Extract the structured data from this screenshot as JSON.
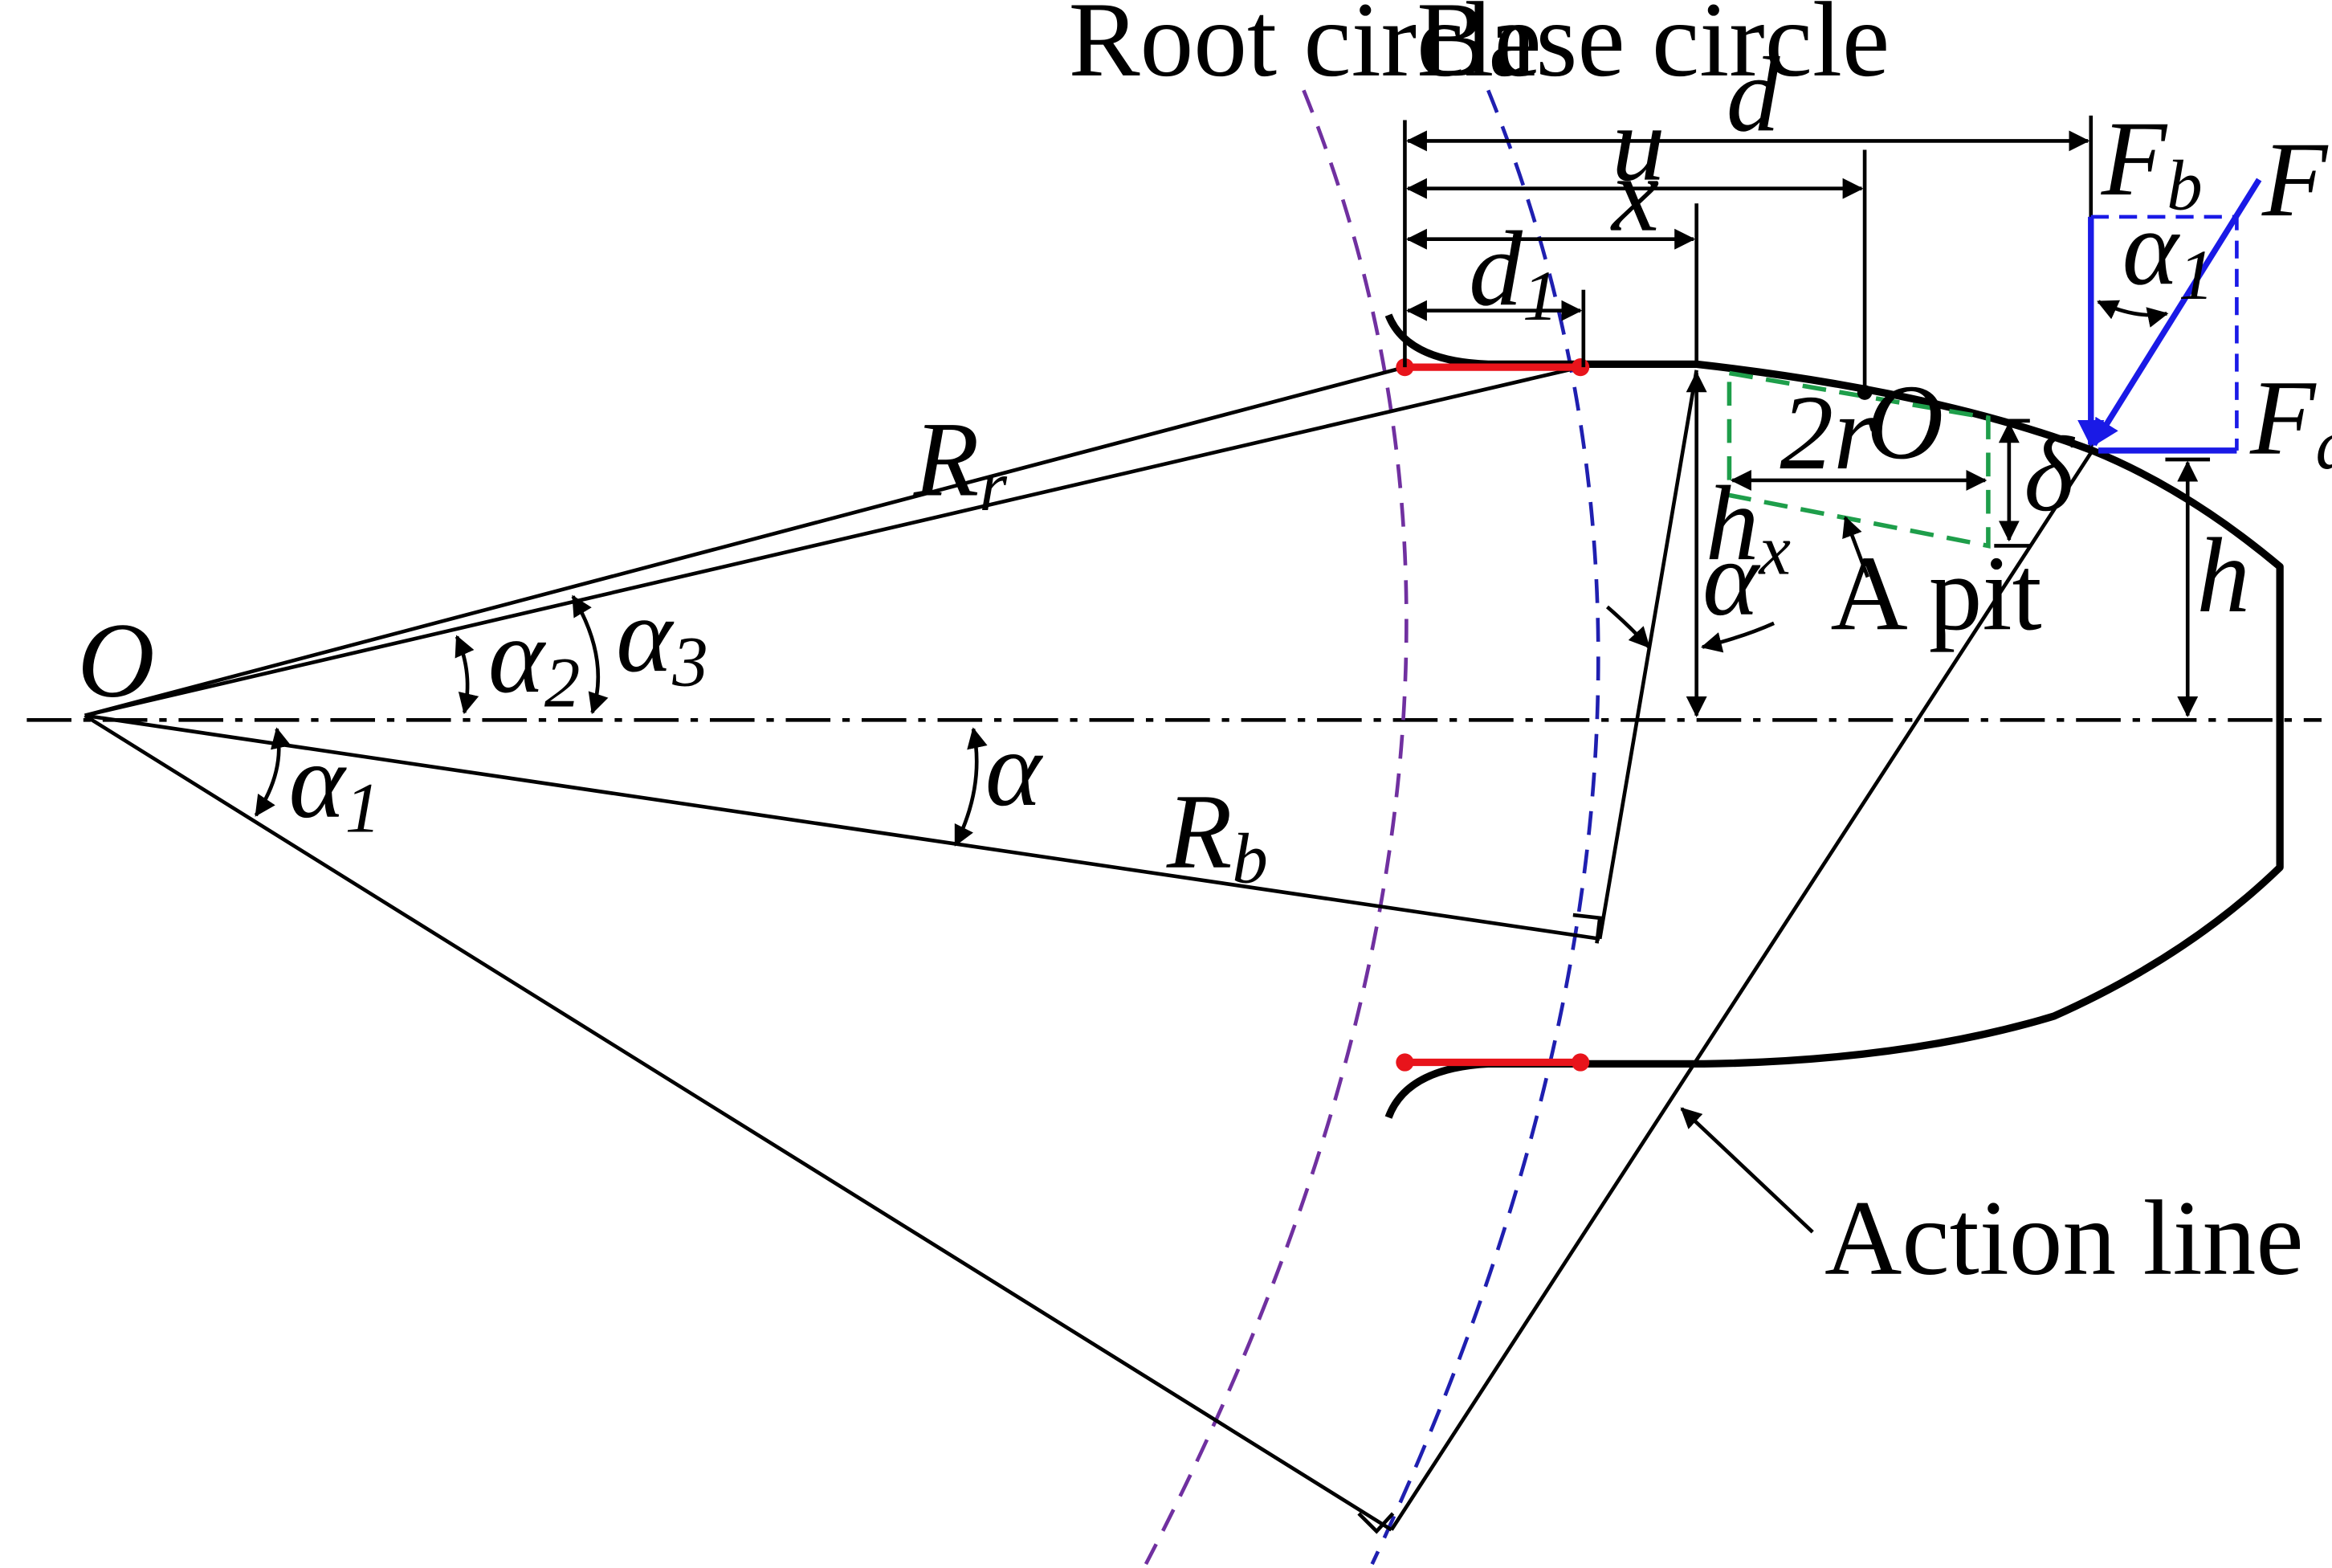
{
  "labels": {
    "root_circle": "Root circle",
    "base_circle": "Base circle",
    "action_line": "Action line",
    "a_pit": "A pit",
    "center_left": "O",
    "center_pit": "O",
    "R_r": {
      "main": "R",
      "sub": "r"
    },
    "R_b": {
      "main": "R",
      "sub": "b"
    },
    "d": "d",
    "u": "u",
    "x": "x",
    "d1": {
      "main": "d",
      "sub": "1"
    },
    "two_r": "2r",
    "delta": "δ",
    "h_x": {
      "main": "h",
      "sub": "x"
    },
    "h": "h",
    "alpha": "α",
    "alpha1": {
      "main": "α",
      "sub": "1"
    },
    "alpha2": {
      "main": "α",
      "sub": "2"
    },
    "alpha3": {
      "main": "α",
      "sub": "3"
    },
    "F": "F",
    "F_a": {
      "main": "F",
      "sub": "a"
    },
    "F_b": {
      "main": "F",
      "sub": "b"
    }
  },
  "colors": {
    "outline": "#000000",
    "root_circle": "#7030A0",
    "base_circle": "#1F1FB0",
    "highlight": "#E8141B",
    "pit": "#1E9E4A",
    "force": "#1A1AE6"
  }
}
